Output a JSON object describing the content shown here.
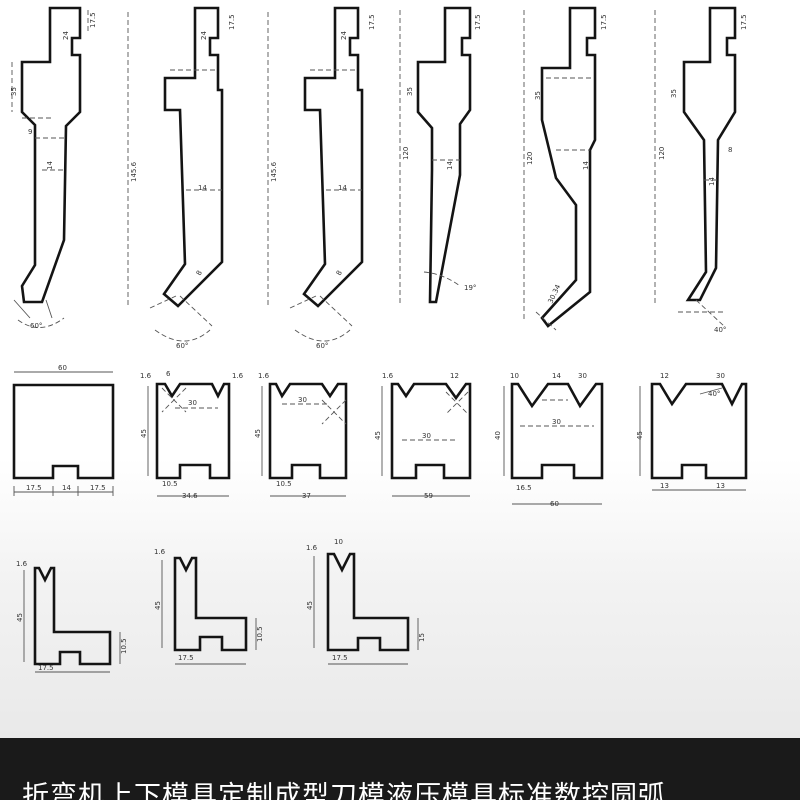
{
  "caption": "折弯机上下模具定制成型刀模液压模具标准数控圆弧",
  "upper_tools": [
    {
      "labels": [
        "17.5",
        "24",
        "35",
        "14",
        "9",
        "60°"
      ]
    },
    {
      "labels": [
        "17.5",
        "24",
        "145.6",
        "14",
        "8",
        "60°"
      ]
    },
    {
      "labels": [
        "17.5",
        "24",
        "145.6",
        "14",
        "8",
        "60°"
      ]
    },
    {
      "labels": [
        "17.5",
        "35",
        "120",
        "14",
        "19°"
      ]
    },
    {
      "labels": [
        "17.5",
        "35",
        "120",
        "14",
        "30.34"
      ]
    },
    {
      "labels": [
        "17.5",
        "35",
        "120",
        "14",
        "8",
        "40°"
      ]
    }
  ],
  "lower_dies": [
    {
      "labels": [
        "60",
        "17.5",
        "14",
        "17.5"
      ]
    },
    {
      "labels": [
        "1.6",
        "6",
        "30",
        "1.6",
        "45",
        "10.5",
        "34.6"
      ]
    },
    {
      "labels": [
        "1.6",
        "30",
        "45",
        "10.5",
        "37"
      ]
    },
    {
      "labels": [
        "1.6",
        "12",
        "30",
        "45",
        "59"
      ]
    },
    {
      "labels": [
        "10",
        "14",
        "30",
        "30",
        "40",
        "16.5",
        "60"
      ]
    },
    {
      "labels": [
        "12",
        "30",
        "40°",
        "45",
        "13",
        "13"
      ]
    }
  ],
  "corner_dies": [
    {
      "labels": [
        "1.6",
        "45",
        "10.5",
        "17.5"
      ]
    },
    {
      "labels": [
        "1.6",
        "45",
        "10.5",
        "17.5"
      ]
    },
    {
      "labels": [
        "1.6",
        "10",
        "45",
        "15",
        "17.5"
      ]
    }
  ]
}
